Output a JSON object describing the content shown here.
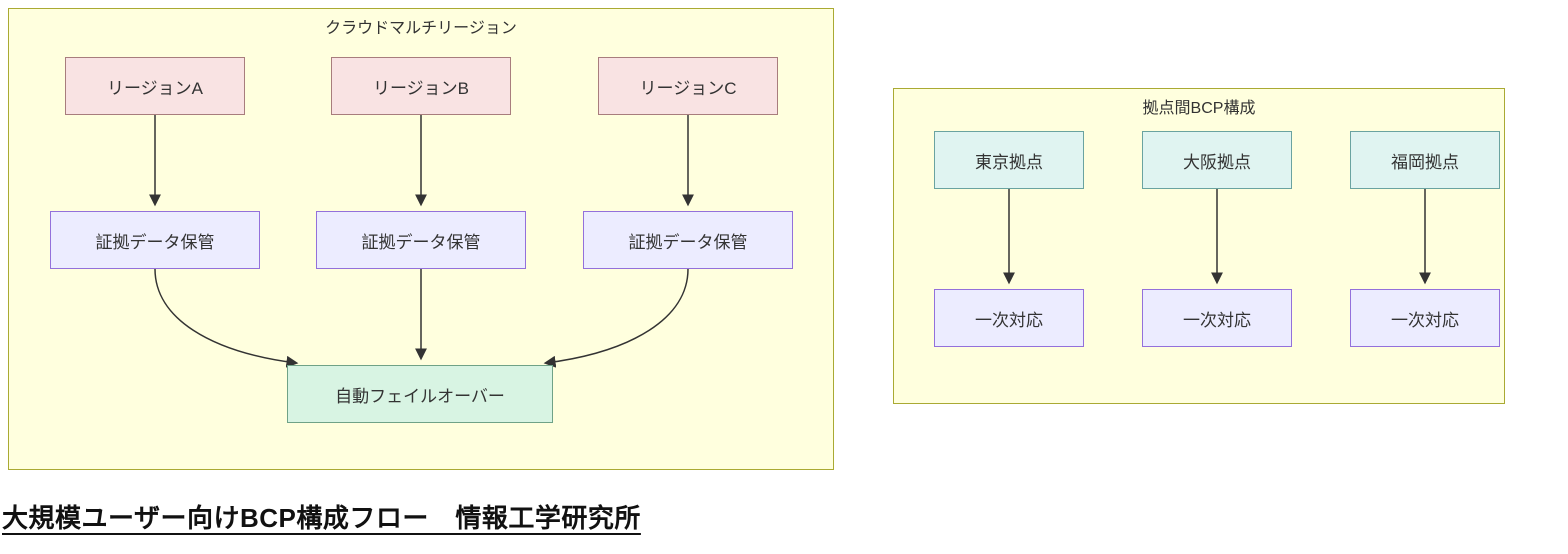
{
  "page_title": "大規模ユーザー向けBCP構成フロー　情報工学研究所",
  "cloud_group": {
    "title": "クラウドマルチリージョン",
    "regions": [
      "リージョンA",
      "リージョンB",
      "リージョンC"
    ],
    "storages": [
      "証拠データ保管",
      "証拠データ保管",
      "証拠データ保管"
    ],
    "failover": "自動フェイルオーバー"
  },
  "site_group": {
    "title": "拠点間BCP構成",
    "sites": [
      "東京拠点",
      "大阪拠点",
      "福岡拠点"
    ],
    "responses": [
      "一次対応",
      "一次対応",
      "一次対応"
    ]
  },
  "colors": {
    "group_fill": "#ffffde",
    "group_border": "#aaaa33",
    "region_fill": "#f9e3e3",
    "storage_fill": "#ececff",
    "failover_fill": "#d8f4e3",
    "site_fill": "#e0f4f1",
    "node_border": "#9370db",
    "arrow": "#333333"
  }
}
